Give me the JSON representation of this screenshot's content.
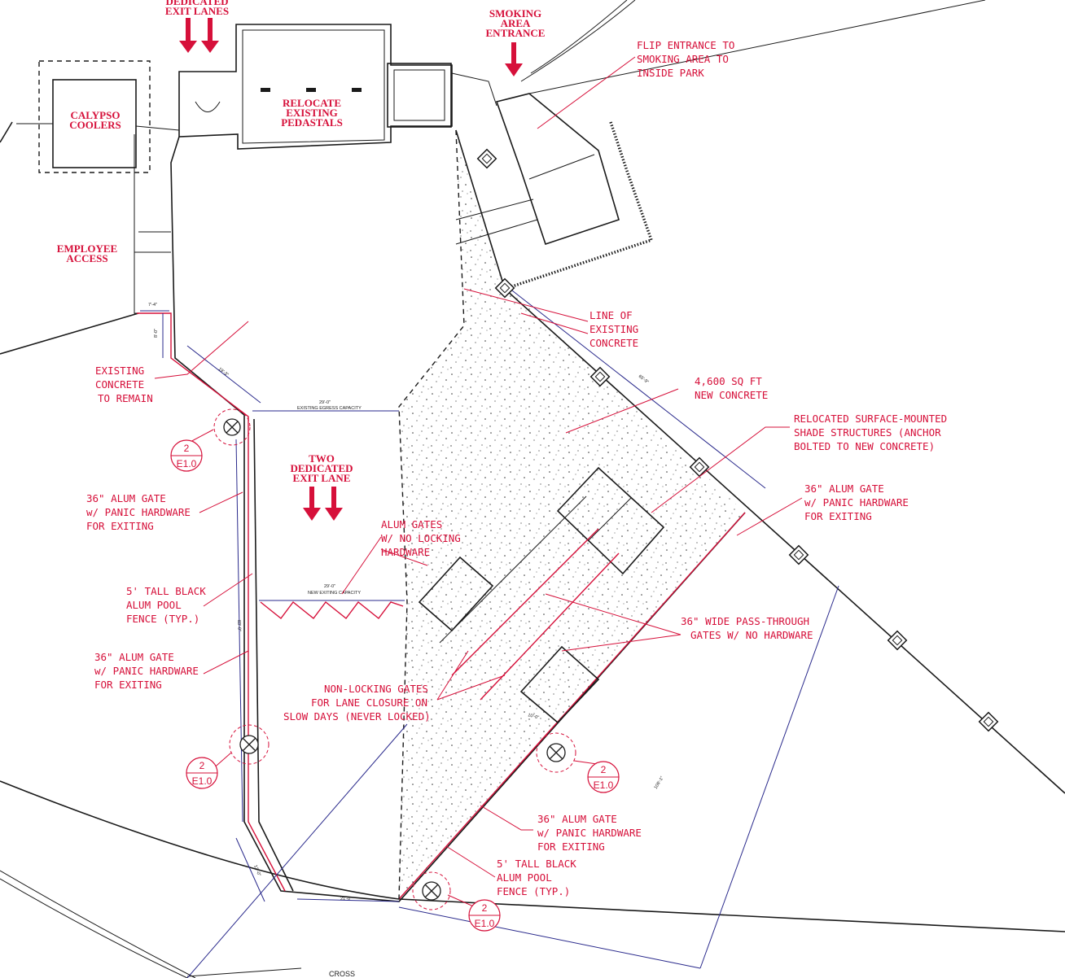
{
  "labels": {
    "dedicated_exit_lanes": [
      "DEDICATED",
      "EXIT LANES"
    ],
    "smoking_area_entrance": [
      "SMOKING",
      "AREA",
      "ENTRANCE"
    ],
    "flip_entrance": [
      "FLIP ENTRANCE TO",
      "SMOKING AREA TO",
      "INSIDE PARK"
    ],
    "calypso_coolers": [
      "CALYPSO",
      "COOLERS"
    ],
    "relocate_pedastals": [
      "RELOCATE",
      "EXISTING",
      "PEDASTALS"
    ],
    "employee_access": [
      "EMPLOYEE",
      "ACCESS"
    ],
    "line_of_existing_concrete": [
      "LINE OF",
      "EXISTING",
      "CONCRETE"
    ],
    "existing_concrete_to_remain": [
      "EXISTING",
      "CONCRETE",
      "TO REMAIN"
    ],
    "new_concrete": [
      "4,600 SQ FT",
      "NEW CONCRETE"
    ],
    "relocated_shade": [
      "RELOCATED SURFACE-MOUNTED",
      "SHADE STRUCTURES (ANCHOR",
      "BOLTED TO NEW CONCRETE)"
    ],
    "two_dedicated_exit_lane": [
      "TWO",
      "DEDICATED",
      "EXIT LANE"
    ],
    "gate_panic_left_top": [
      "36\" ALUM GATE",
      "w/ PANIC HARDWARE",
      "FOR EXITING"
    ],
    "gate_panic_right_top": [
      "36\" ALUM GATE",
      "w/ PANIC HARDWARE",
      "FOR EXITING"
    ],
    "alum_gates_no_locking": [
      "ALUM GATES",
      "W/ NO LOCKING",
      "HARDWARE"
    ],
    "pool_fence_left": [
      "5' TALL BLACK",
      "ALUM POOL",
      "FENCE (TYP.)"
    ],
    "pass_through_gates": [
      "36\" WIDE PASS-THROUGH",
      "GATES W/ NO HARDWARE"
    ],
    "gate_panic_left_bottom": [
      "36\" ALUM GATE",
      "w/ PANIC HARDWARE",
      "FOR EXITING"
    ],
    "non_locking_gates": [
      "NON-LOCKING GATES",
      "FOR LANE CLOSURE ON",
      "SLOW DAYS (NEVER LOCKED)"
    ],
    "gate_panic_bottom": [
      "36\" ALUM GATE",
      "w/ PANIC HARDWARE",
      "FOR EXITING"
    ],
    "pool_fence_bottom": [
      "5' TALL BLACK",
      "ALUM POOL",
      "FENCE (TYP.)"
    ],
    "cross_partial": "CROSS"
  },
  "dimensions": {
    "existing_egress": "29'-0\"",
    "existing_egress_caption": "EXISTING EGRESS CAPACITY",
    "new_exiting": "29'-0\"",
    "new_exiting_caption": "NEW EXITING CAPACITY",
    "d_7_4": "7'-4\"",
    "d_8": "8'-0\"",
    "d_19": "19'-3\"",
    "d_83": "83'-0\"",
    "d_13": "13'-0\"",
    "d_21": "21'-0\"",
    "d_65": "65'-9\"",
    "d_106": "106'-1\"",
    "d_10": "10'-0\""
  },
  "detail_tags": [
    {
      "number": "2",
      "sheet": "E1.0"
    },
    {
      "number": "2",
      "sheet": "E1.0"
    },
    {
      "number": "2",
      "sheet": "E1.0"
    },
    {
      "number": "2",
      "sheet": "E1.0"
    }
  ],
  "colors": {
    "annotation_red": "#d6103a",
    "linework": "#1a1a1a",
    "dimension_blue": "#2a2a8c"
  }
}
